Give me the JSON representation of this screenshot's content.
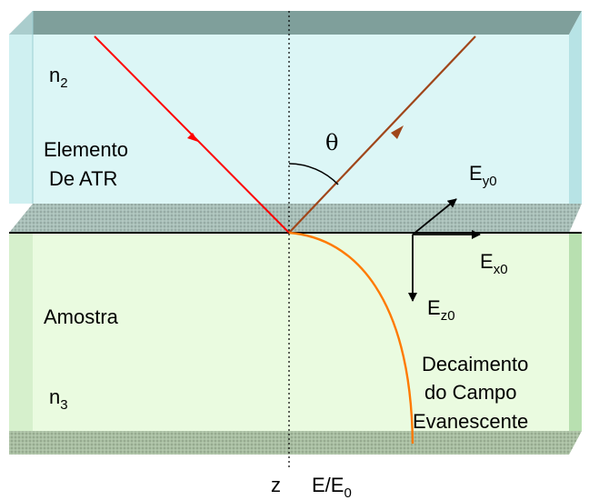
{
  "labels": {
    "n2": "n",
    "n2_sub": "2",
    "element_line1": "Elemento",
    "element_line2": "De ATR",
    "theta": "θ",
    "ey0": "E",
    "ey0_sub": "y0",
    "ex0": "E",
    "ex0_sub": "x0",
    "ez0": "E",
    "ez0_sub": "z0",
    "amostra": "Amostra",
    "n3": "n",
    "n3_sub": "3",
    "decay_line1": "Decaimento",
    "decay_line2": "do Campo",
    "decay_line3": "Evanescente",
    "z": "z",
    "e_over_e0": "E/E",
    "e_over_e0_sub": "0"
  },
  "colors": {
    "top_crystal_face": "#7f9f9b",
    "crystal_front": "#dcf6f6",
    "crystal_side": "#b7e3e5",
    "interface_band": "#a9c0b9",
    "sample_front": "#eafbe0",
    "sample_side": "#b8e0b0",
    "bottom_band": "#a9bfa2",
    "incident_ray": "#ff0000",
    "reflected_ray": "#a0461a",
    "decay_curve": "#ff7a00",
    "vectors": "#000000"
  }
}
